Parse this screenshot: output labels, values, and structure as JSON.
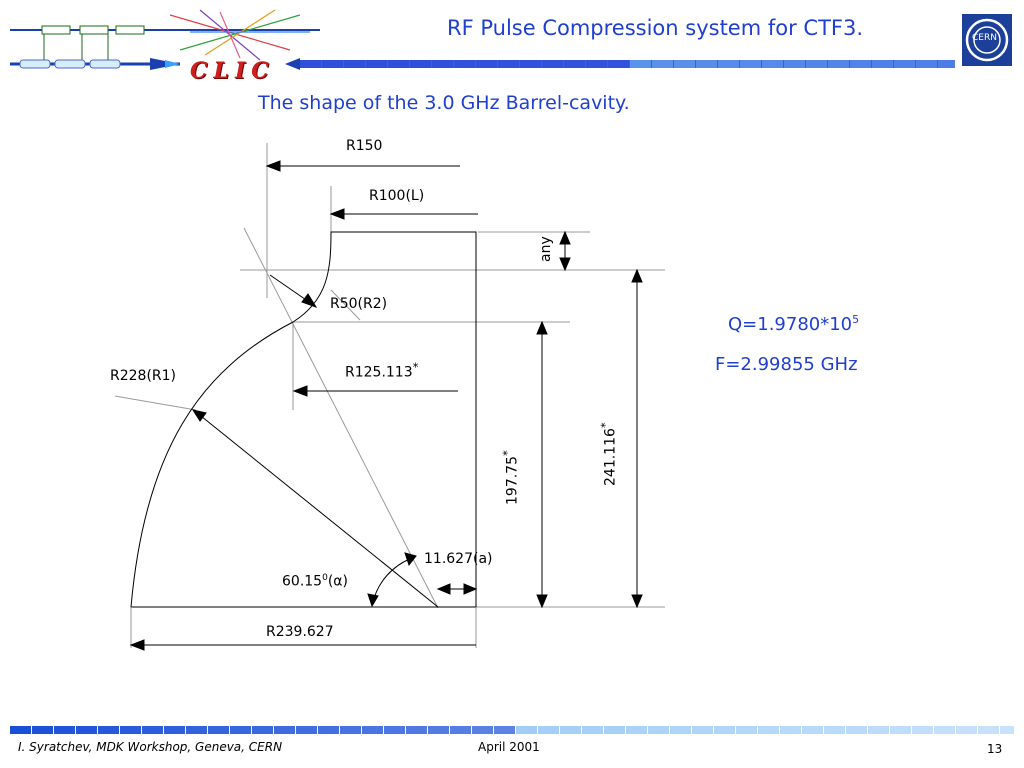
{
  "header": {
    "title": "RF Pulse Compression system for CTF3.",
    "logo_text": "CLIC",
    "cern_logo_text": "CERN"
  },
  "slide": {
    "subtitle": "The shape of the 3.0 GHz Barrel-cavity."
  },
  "dimensions": {
    "r150": "R150",
    "r100": "R100(L)",
    "any": "any",
    "r50": "R50(R2)",
    "r125": "R125.113",
    "r125_star": "*",
    "r228": "R228(R1)",
    "d197": "197.75",
    "d197_star": "*",
    "d241": "241.116",
    "d241_star": "*",
    "a11627": "11.627(a)",
    "angle_value": "60.15",
    "angle_sup": "0",
    "angle_symbol": "(α)",
    "r239": "R239.627"
  },
  "parameters": {
    "q_label": "Q=1.9780*10",
    "q_exp": "5",
    "f_label": "F=2.99855 GHz"
  },
  "footer": {
    "author": "I. Syratchev, MDK Workshop, Geneva, CERN",
    "date": "April 2001",
    "page": "13"
  },
  "colors": {
    "accent_blue": "#1f3fd0",
    "clic_red": "#cc1f1f",
    "footer_bar": "#1a4fd8"
  }
}
